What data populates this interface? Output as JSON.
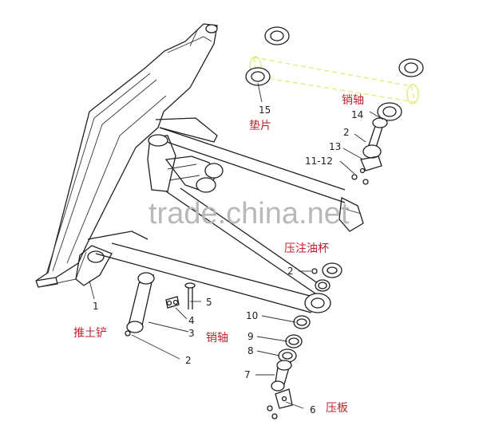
{
  "watermark": "trade.china.net",
  "labels": {
    "n1": "1",
    "n2a": "2",
    "n2b": "2",
    "n2c": "2",
    "n3": "3",
    "n4": "4",
    "n5": "5",
    "n6": "6",
    "n7": "7",
    "n8": "8",
    "n9": "9",
    "n10": "10",
    "n11_12": "11-12",
    "n13": "13",
    "n14": "14",
    "n15": "15"
  },
  "names": {
    "blade": "推土铲",
    "pin_lower": "销轴",
    "pin_upper": "销轴",
    "washer": "垫片",
    "grease_cup": "压注油杯",
    "plate": "压板"
  },
  "colors": {
    "line": "#1f1f1f",
    "name_text": "#c2212d",
    "watermark": "#b9b9b9",
    "highlight": "#e6ea7a"
  }
}
